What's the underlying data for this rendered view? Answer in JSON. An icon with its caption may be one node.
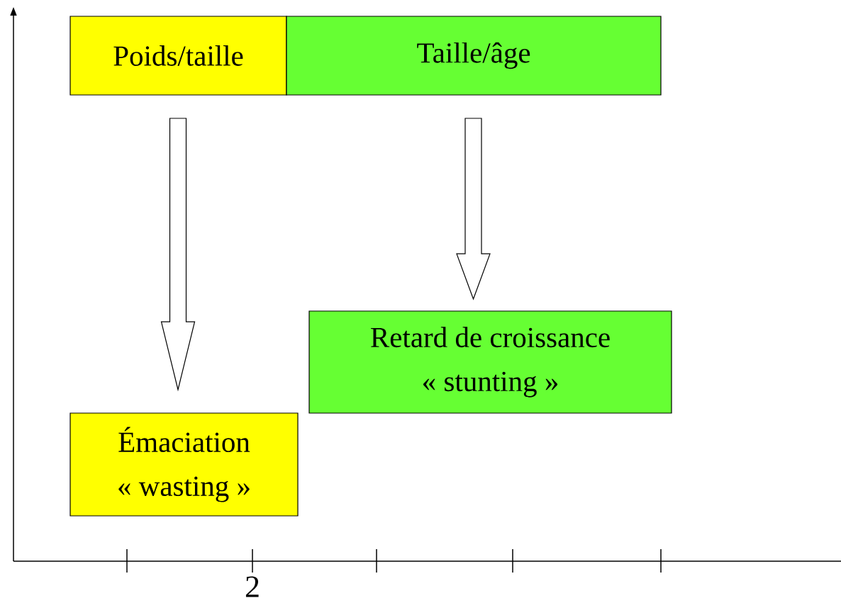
{
  "diagram": {
    "nodes": [
      {
        "text": [
          "Poids/taille"
        ]
      },
      {
        "text": [
          "Taille/âge"
        ]
      },
      {
        "text": [
          "Retard de croissance",
          "« stunting »"
        ]
      },
      {
        "text": [
          "Émaciation",
          "« wasting »"
        ]
      }
    ],
    "edges": [
      {
        "from": 0,
        "to": 3,
        "arrow": "to"
      },
      {
        "from": 1,
        "to": 2,
        "arrow": "to"
      }
    ],
    "labels": [
      "2"
    ]
  }
}
